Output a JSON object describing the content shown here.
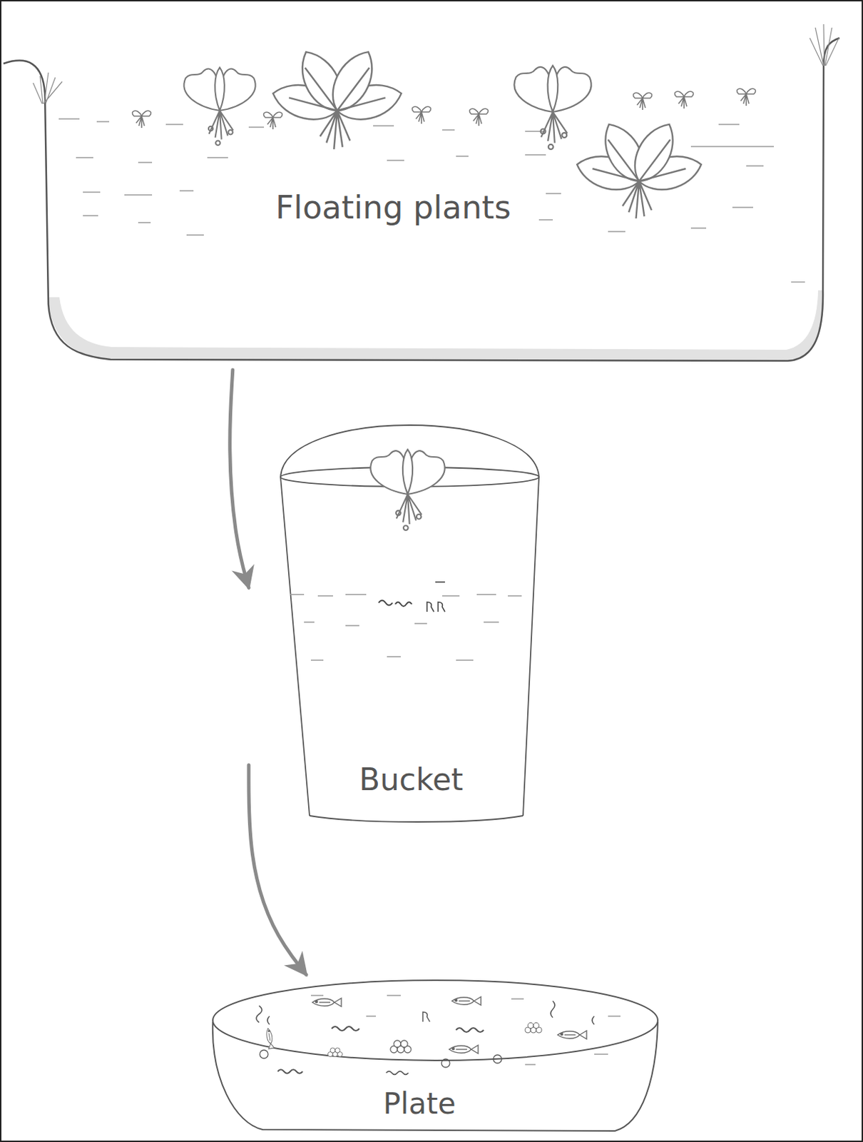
{
  "diagram": {
    "nodes": [
      {
        "text": [
          "Floating plants"
        ]
      },
      {
        "text": [
          "Bucket"
        ]
      },
      {
        "text": [
          "Plate"
        ]
      }
    ],
    "edges": [
      {
        "from": 0,
        "to": 1,
        "arrow": "to"
      },
      {
        "from": 1,
        "to": 2,
        "arrow": "to"
      }
    ]
  }
}
